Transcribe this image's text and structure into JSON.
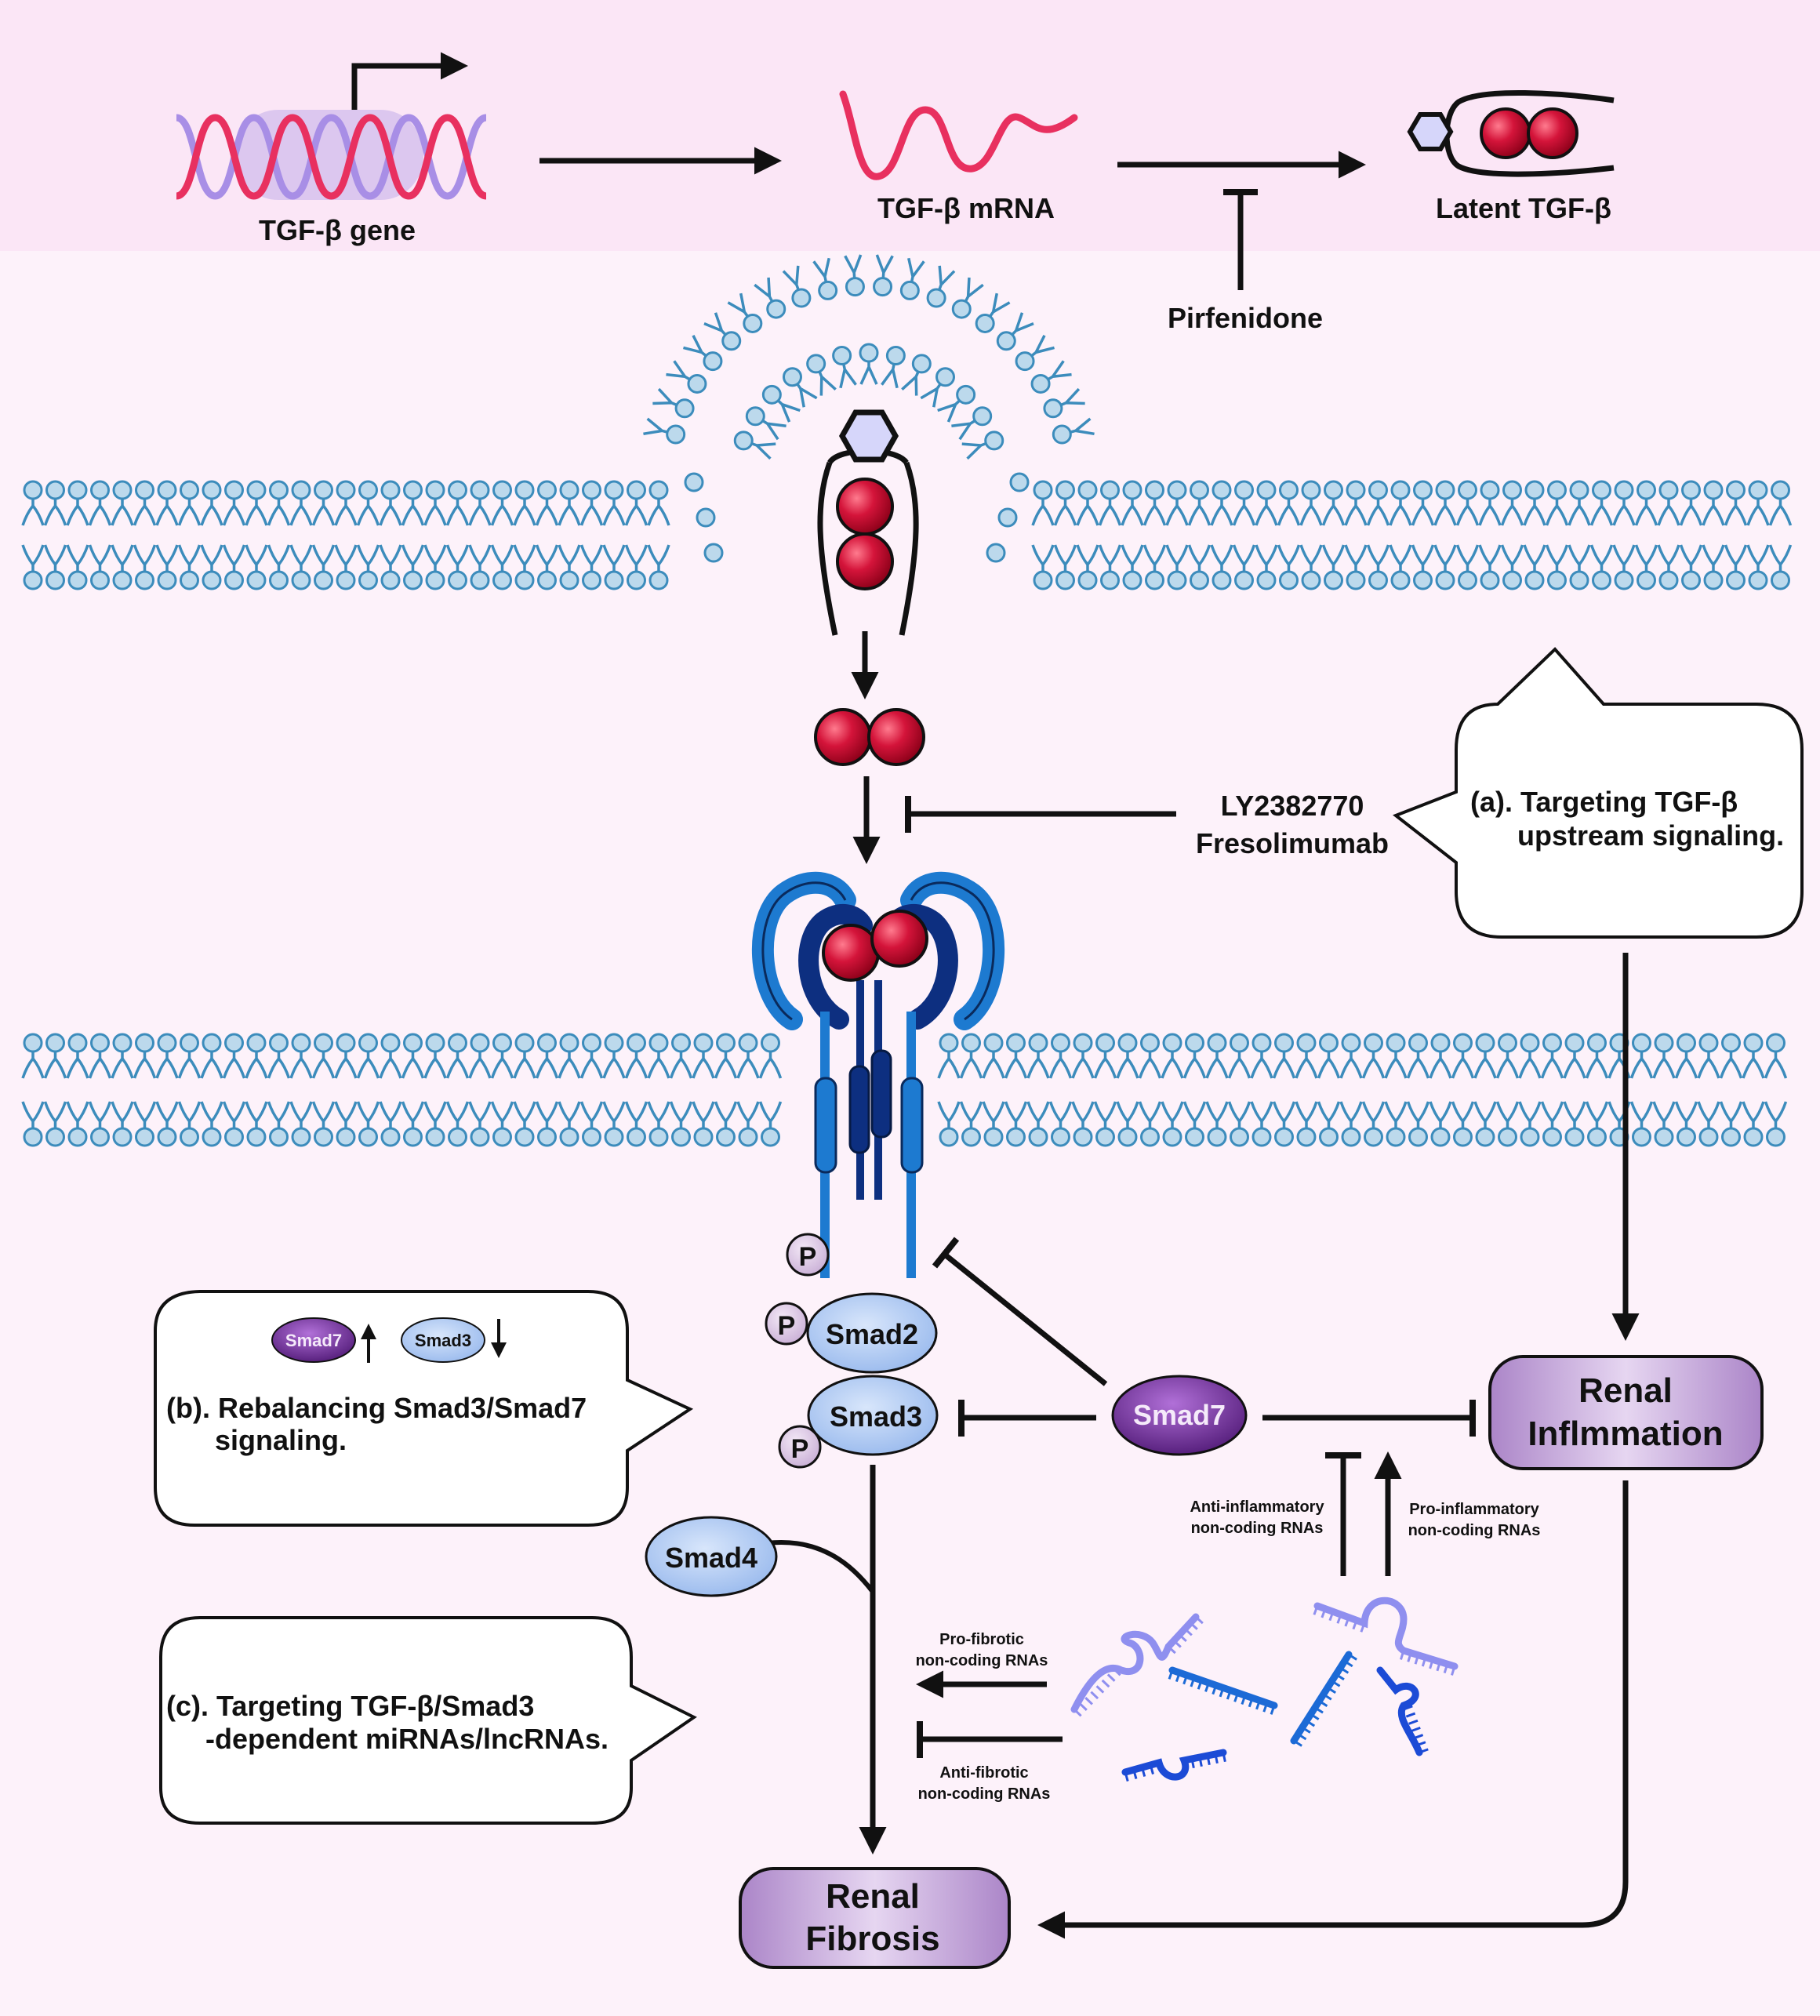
{
  "labels": {
    "tgf_gene": "TGF-β gene",
    "tgf_mrna": "TGF-β mRNA",
    "latent_tgf": "Latent TGF-β",
    "pirfenidone": "Pirfenidone",
    "ly_drug": "LY2382770",
    "fresolimumab": "Fresolimumab",
    "smad2": "Smad2",
    "smad3": "Smad3",
    "smad4": "Smad4",
    "smad7": "Smad7",
    "phospho": "P",
    "renal_inflammation": [
      "Renal",
      "Inflmmation"
    ],
    "renal_fibrosis": [
      "Renal",
      "Fibrosis"
    ],
    "anti_inflammatory": [
      "Anti-inflammatory",
      "non-coding RNAs"
    ],
    "pro_inflammatory": [
      "Pro-inflammatory",
      "non-coding RNAs"
    ],
    "pro_fibrotic": [
      "Pro-fibrotic",
      "non-coding RNAs"
    ],
    "anti_fibrotic": [
      "Anti-fibrotic",
      "non-coding RNAs"
    ]
  },
  "callouts": {
    "a": [
      "(a). Targeting TGF-β",
      "upstream signaling."
    ],
    "b": [
      "(b). Rebalancing Smad3/Smad7",
      "signaling."
    ],
    "b_smad7": "Smad7",
    "b_smad3": "Smad3",
    "c": [
      "(c). Targeting TGF-β/Smad3",
      "-dependent miRNAs/lncRNAs."
    ]
  },
  "colors": {
    "membrane": "#3c8cbc",
    "membrane_head": "#bcd9ec",
    "ligand_red": "#c8102e",
    "smad_blue": "#aac6f2",
    "smad7_purple": "#7b2fa8",
    "box_purple": "#c7a7dc",
    "dna_pink": "#e8305f",
    "dna_lilac": "#a88ee6",
    "rna_blue": "#1c4bd6",
    "rna_lilac": "#8f8fef"
  }
}
